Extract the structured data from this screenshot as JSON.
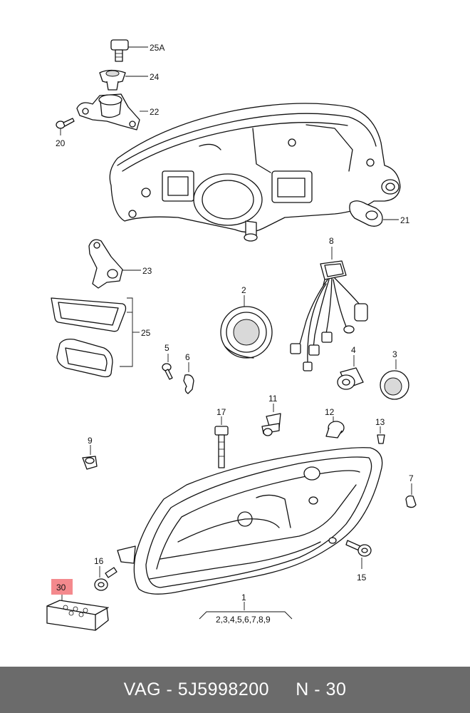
{
  "callouts": {
    "c25a": "25A",
    "c24": "24",
    "c22": "22",
    "c20": "20",
    "c21": "21",
    "c23": "23",
    "c8": "8",
    "c2": "2",
    "c25": "25",
    "c5": "5",
    "c6": "6",
    "c4": "4",
    "c3": "3",
    "c11": "11",
    "c17": "17",
    "c12": "12",
    "c13": "13",
    "c9": "9",
    "c7": "7",
    "c16": "16",
    "c15": "15",
    "c1": "1",
    "c1_sub": "2,3,4,5,6,7,8,9",
    "c30": "30"
  },
  "highlight_color": "#f4898d",
  "footer": {
    "brand": "VAG",
    "sep1": " - ",
    "part_number": "5J5998200",
    "gap": "     ",
    "code": "N - 30"
  }
}
